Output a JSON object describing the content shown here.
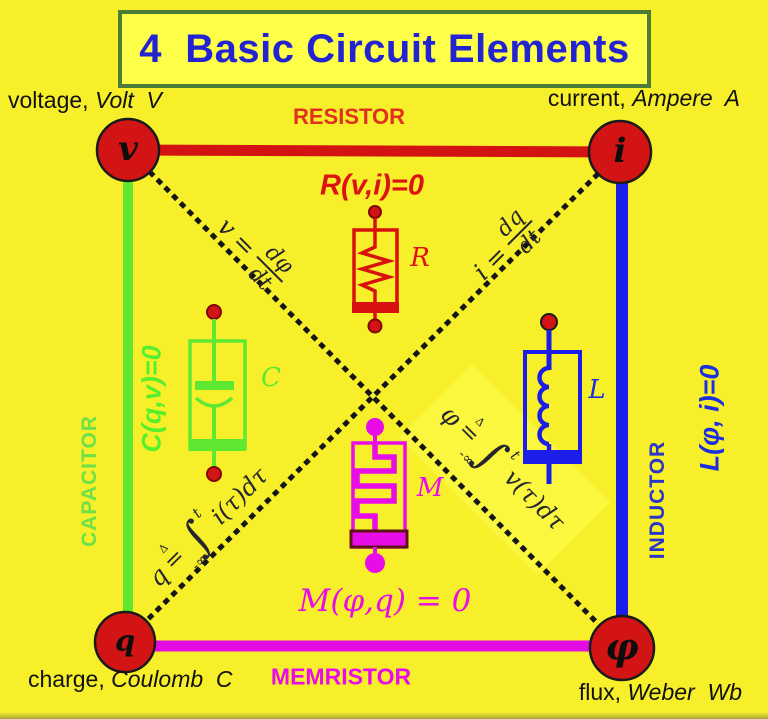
{
  "title": "4  Basic Circuit Elements",
  "corners": {
    "voltage": {
      "prefix": "voltage, ",
      "unit": "Volt  V",
      "symbol": "v"
    },
    "current": {
      "prefix": "current, ",
      "unit": "Ampere  A",
      "symbol": "i"
    },
    "charge": {
      "prefix": "charge, ",
      "unit": "Coulomb  C",
      "symbol": "q"
    },
    "flux": {
      "prefix": "flux, ",
      "unit": "Weber  Wb",
      "symbol": "φ"
    }
  },
  "edges": {
    "resistor": {
      "name": "RESISTOR",
      "equation": "R(v,i)=0",
      "letter": "R",
      "color": "#dd1212"
    },
    "capacitor": {
      "name": "CAPACITOR",
      "equation": "C(q,v)=0",
      "letter": "C",
      "color": "#5fe832"
    },
    "inductor": {
      "name": "INDUCTOR",
      "equation": "L(φ, i)=0",
      "letter": "L",
      "color": "#1b1de8"
    },
    "memristor": {
      "name": "MEMRISTOR",
      "equation": "M(φ,q) = 0",
      "letter": "M",
      "color": "#e80ce8"
    }
  },
  "relations": {
    "v_phi": {
      "lhs": "v",
      "eq": "=",
      "num": "dφ",
      "den": "dt"
    },
    "i_q": {
      "lhs": "i",
      "eq": "=",
      "num": "dq",
      "den": "dt"
    },
    "q_int": {
      "lhs": "q",
      "delta": "Δ",
      "equals": "=",
      "int": "∫",
      "upper": "t",
      "lower": "-∞",
      "integrand": "i(τ)dτ"
    },
    "phi_int": {
      "lhs": "φ",
      "delta": "Δ",
      "equals": "=",
      "int": "∫",
      "upper": "t",
      "lower": "-∞",
      "integrand": "v(τ)dτ"
    }
  },
  "colors": {
    "background": "#f7ef29",
    "title_text": "#2323d2",
    "title_border": "#4c7d36",
    "node_fill": "#d21414"
  }
}
